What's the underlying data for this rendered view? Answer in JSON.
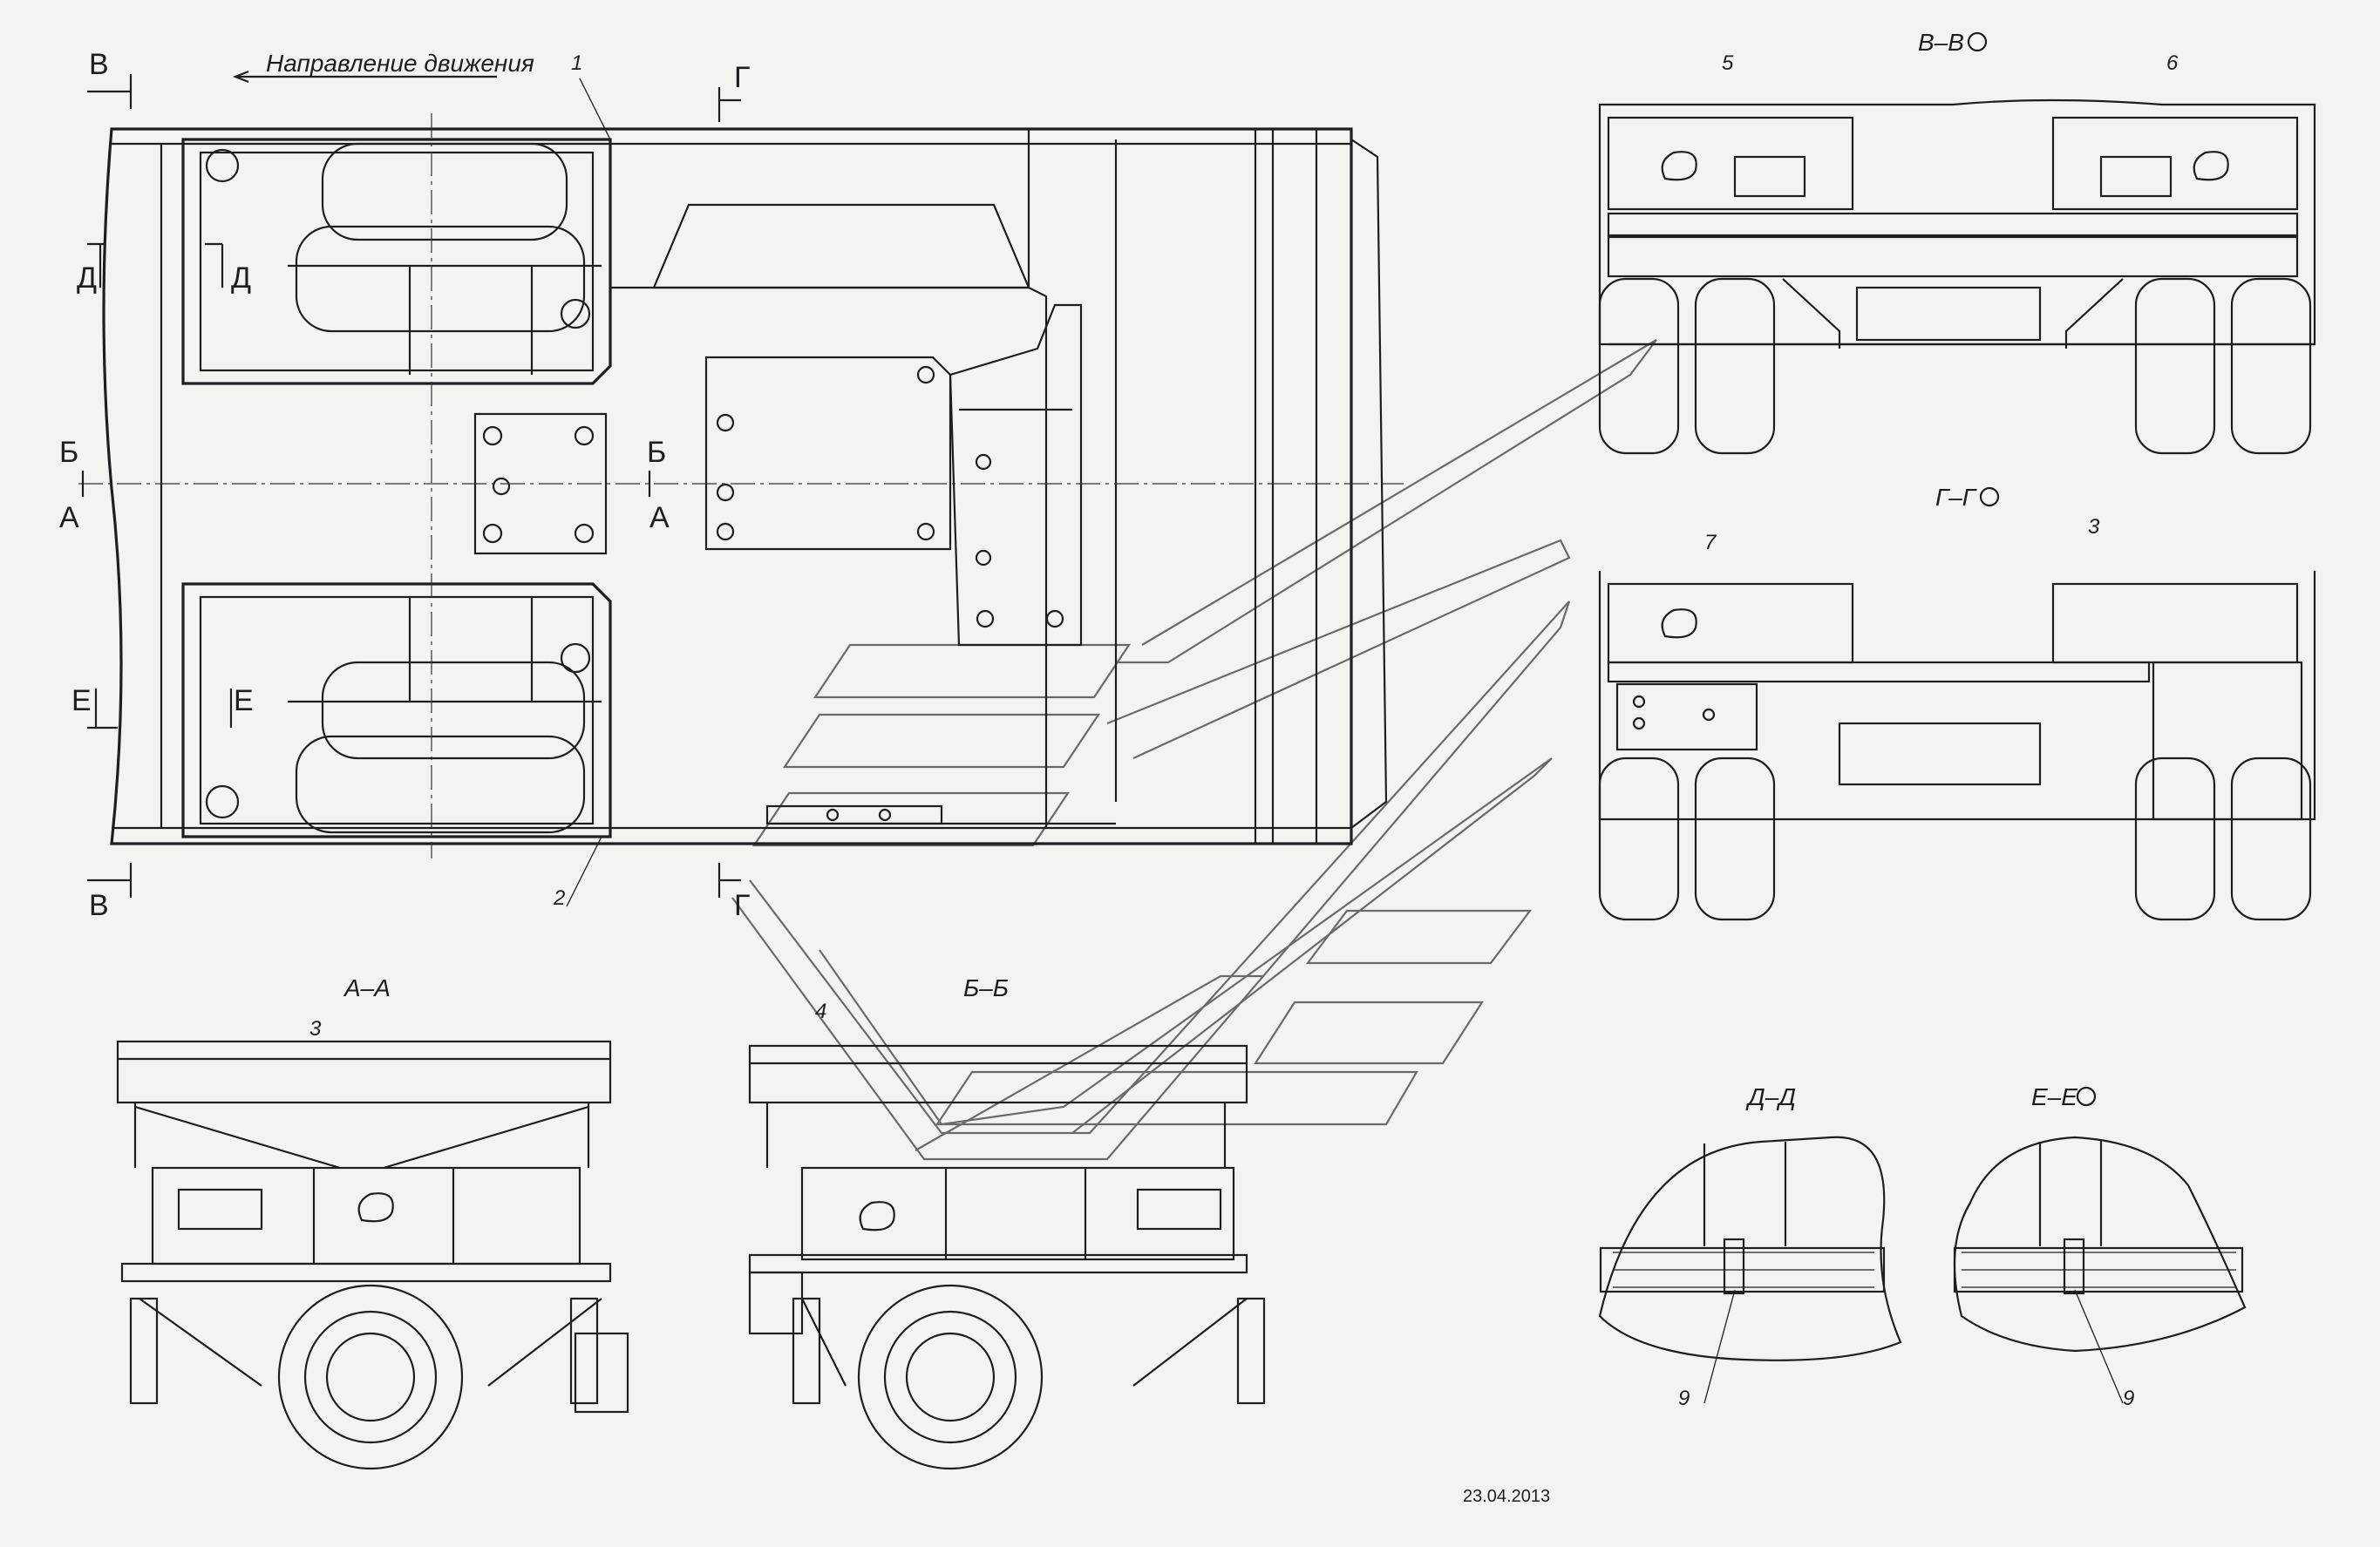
{
  "labels": {
    "direction": "Направление движения",
    "cut_v": "В",
    "cut_g": "Г",
    "cut_d": "Д",
    "cut_e": "Е",
    "cut_b": "Б",
    "cut_a": "А",
    "view_vv": "В–В",
    "view_gg": "Г–Г",
    "view_aa": "А–А",
    "view_bb": "Б–Б",
    "view_dd": "Д–Д",
    "view_ee": "Е–Е",
    "callouts": [
      "1",
      "2",
      "3",
      "4",
      "5",
      "6",
      "7",
      "9"
    ],
    "date": "23.04.2013"
  },
  "colors": {
    "line": "#1e1e1e",
    "logo": "#6a6a6a",
    "paper": "#f3f3ef"
  }
}
